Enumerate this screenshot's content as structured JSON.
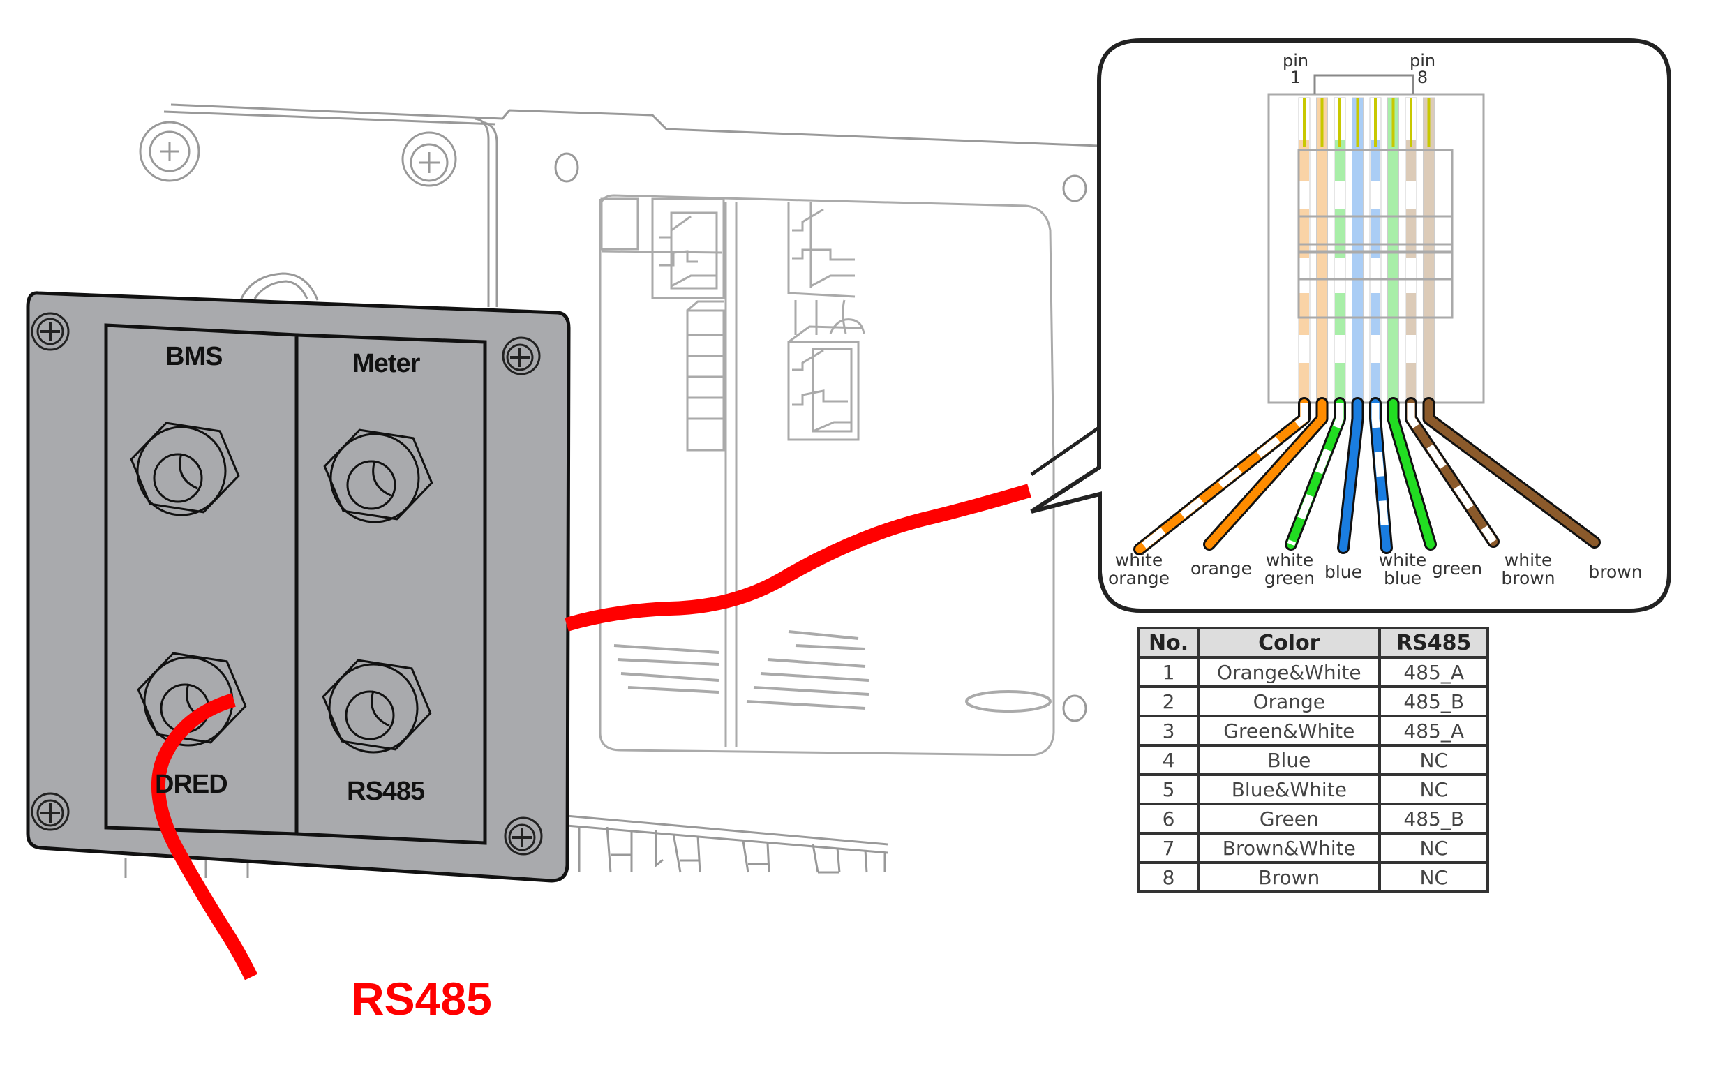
{
  "panel": {
    "ports": [
      {
        "label": "BMS"
      },
      {
        "label": "Meter"
      },
      {
        "label": "DRED"
      },
      {
        "label": "RS485"
      }
    ]
  },
  "cable": {
    "label": "RS485",
    "color": "#ff0000"
  },
  "connector": {
    "pin_first_label": [
      "pin",
      "1"
    ],
    "pin_last_label": [
      "pin",
      "8"
    ],
    "wires": [
      {
        "pin": 1,
        "label": [
          "white",
          "orange"
        ],
        "color": "#ff8c00",
        "striped": true
      },
      {
        "pin": 2,
        "label": [
          "orange"
        ],
        "color": "#ff8c00",
        "striped": false
      },
      {
        "pin": 3,
        "label": [
          "white",
          "green"
        ],
        "color": "#22dd22",
        "striped": true
      },
      {
        "pin": 4,
        "label": [
          "blue"
        ],
        "color": "#1a7de0",
        "striped": false
      },
      {
        "pin": 5,
        "label": [
          "white",
          "blue"
        ],
        "color": "#1a7de0",
        "striped": true
      },
      {
        "pin": 6,
        "label": [
          "green"
        ],
        "color": "#22dd22",
        "striped": false
      },
      {
        "pin": 7,
        "label": [
          "white",
          "brown"
        ],
        "color": "#8b5a2b",
        "striped": true
      },
      {
        "pin": 8,
        "label": [
          "brown"
        ],
        "color": "#8b5a2b",
        "striped": false
      }
    ]
  },
  "table": {
    "headers": [
      "No.",
      "Color",
      "RS485"
    ],
    "rows": [
      [
        "1",
        "Orange&White",
        "485_A"
      ],
      [
        "2",
        "Orange",
        "485_B"
      ],
      [
        "3",
        "Green&White",
        "485_A"
      ],
      [
        "4",
        "Blue",
        "NC"
      ],
      [
        "5",
        "Blue&White",
        "NC"
      ],
      [
        "6",
        "Green",
        "485_B"
      ],
      [
        "7",
        "Brown&White",
        "NC"
      ],
      [
        "8",
        "Brown",
        "NC"
      ]
    ]
  }
}
